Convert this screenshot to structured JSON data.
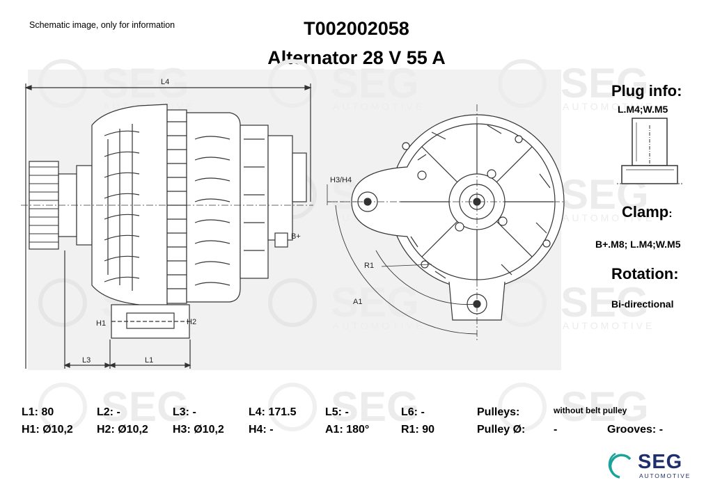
{
  "header": {
    "note": "Schematic image, only for information",
    "part_number": "T002002058",
    "product": "Alternator 28 V 55 A"
  },
  "watermark": {
    "brand": "SEG",
    "sub": "AUTOMOTIVE"
  },
  "drawing": {
    "labels": {
      "l4": "L4",
      "l3": "L3",
      "l1": "L1",
      "h1": "H1",
      "h2": "H2",
      "h3h4": "H3/H4",
      "b_plus": "B+",
      "r1": "R1",
      "a1": "A1"
    }
  },
  "sidebar": {
    "plug_title": "Plug info:",
    "plug_value": "L.M4;W.M5",
    "clamp_title": "Clamp",
    "clamp_colon": ":",
    "clamp_value": "B+.M8; L.M4;W.M5",
    "rotation_title": "Rotation:",
    "rotation_value": "Bi-directional"
  },
  "specs": {
    "row1": [
      "L1: 80",
      "L2: -",
      "L3: -",
      "L4: 171.5",
      "L5: -",
      "L6: -",
      "Pulleys:"
    ],
    "pulleys_value": "without belt pulley",
    "row2": [
      "H1: Ø10,2",
      "H2: Ø10,2",
      "H3: Ø10,2",
      "H4: -",
      "A1: 180°",
      "R1: 90",
      "Pulley Ø:"
    ],
    "pulley_dia_value": "-",
    "grooves": "Grooves: -"
  },
  "logo": {
    "text": "SEG",
    "sub": "AUTOMOTIVE",
    "accent": "#1aa39a",
    "brand": "#1e2f6b"
  }
}
